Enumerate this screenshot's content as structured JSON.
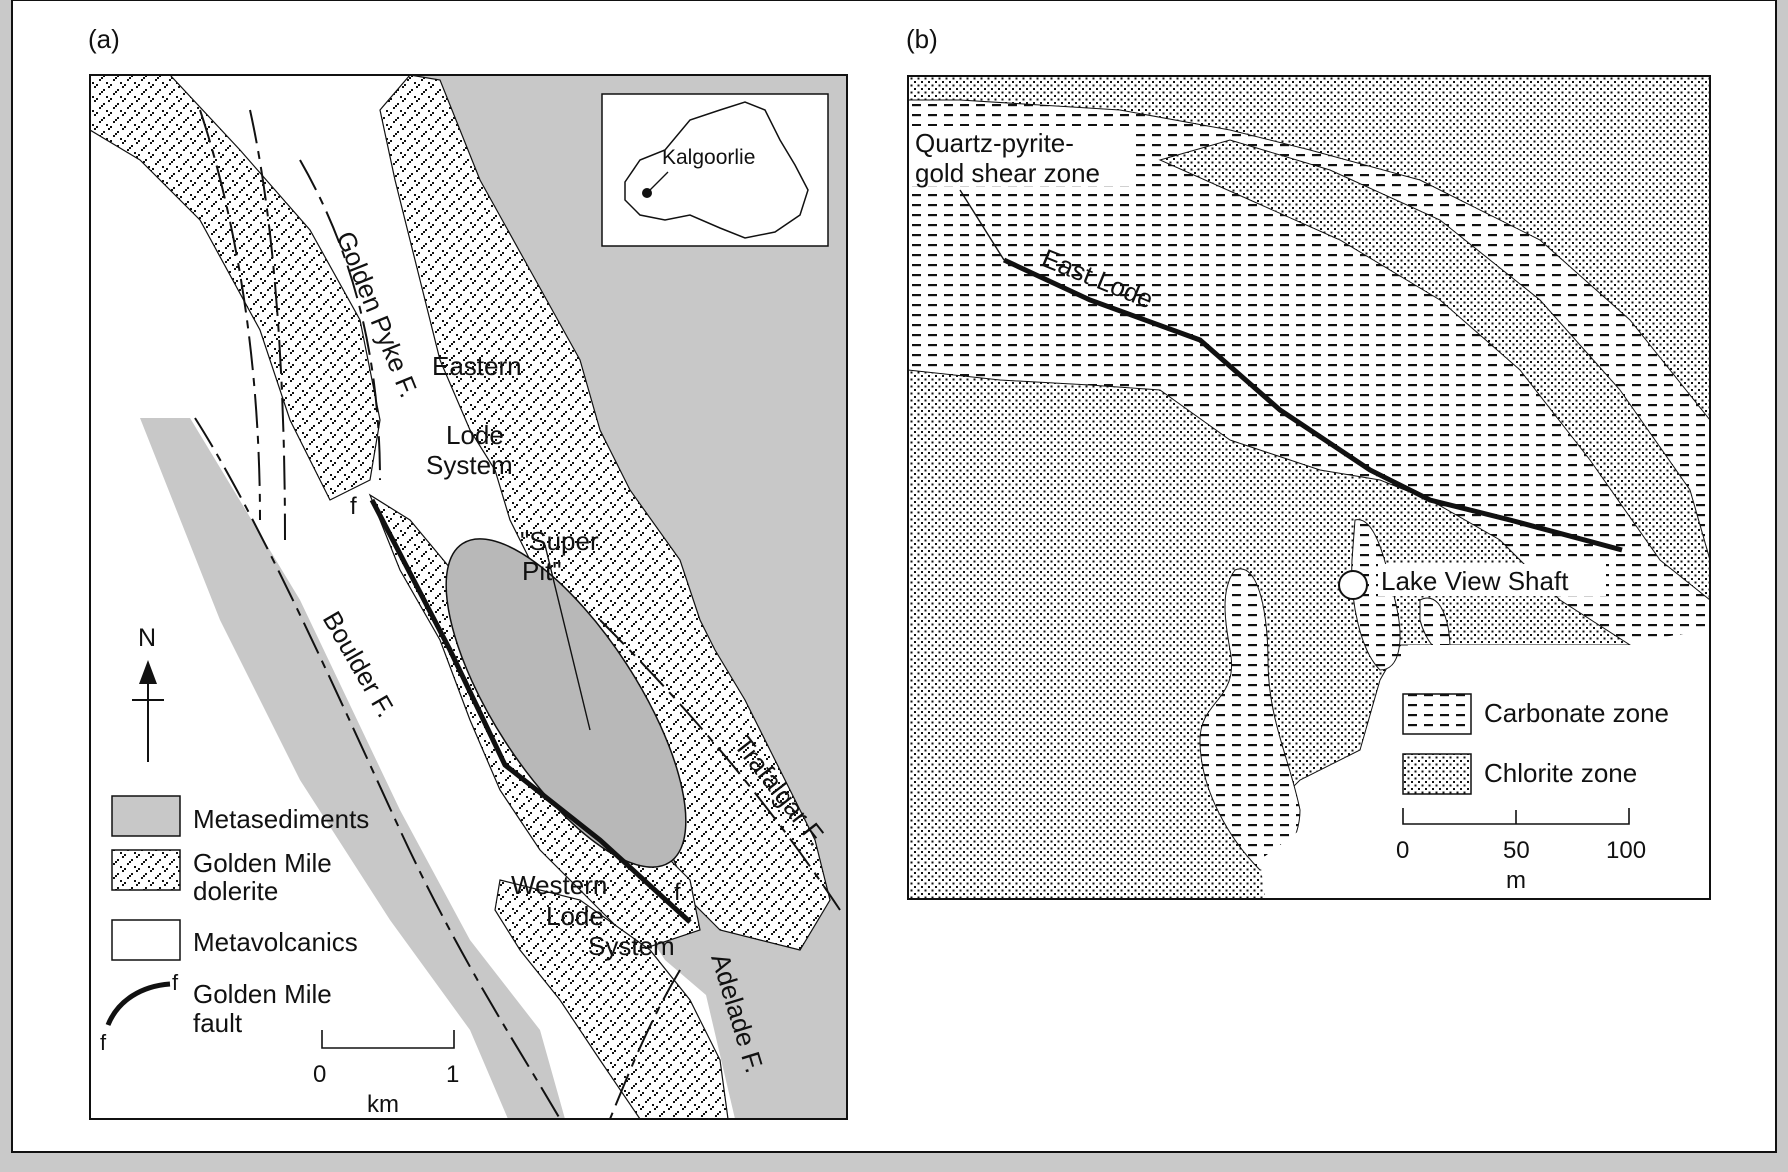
{
  "panel_a": {
    "label": "(a)",
    "inset": {
      "place": "Kalgoorlie"
    },
    "map_labels": {
      "eastern": "Eastern",
      "lode": "Lode",
      "system": "System",
      "super": "\"Super",
      "pit": "Pit\"",
      "western": "Western",
      "western_lode": "Lode",
      "western_system": "System",
      "fault_mark_north": "f",
      "fault_mark_south": "f"
    },
    "faults": {
      "golden_pyke": "Golden Pyke F.",
      "boulder": "Boulder F.",
      "trafalgar": "Trafalgar F.",
      "adelade": "Adelade F."
    },
    "north_arrow": "N",
    "legend": [
      {
        "key": "metasediments",
        "label": "Metasediments"
      },
      {
        "key": "dolerite",
        "label_line1": "Golden Mile",
        "label_line2": "dolerite"
      },
      {
        "key": "metavolcanics",
        "label": "Metavolcanics"
      },
      {
        "key": "fault",
        "label_line1": "Golden Mile",
        "label_line2": "fault",
        "mark": "f"
      }
    ],
    "scale": {
      "min": "0",
      "max": "1",
      "unit": "km"
    }
  },
  "panel_b": {
    "label": "(b)",
    "shear_zone_line1": "Quartz-pyrite-",
    "shear_zone_line2": "gold shear zone",
    "east_lode": "East Lode",
    "shaft": "Lake View Shaft",
    "legend": [
      {
        "key": "carbonate",
        "label": "Carbonate zone"
      },
      {
        "key": "chlorite",
        "label": "Chlorite zone"
      }
    ],
    "scale": {
      "ticks": [
        "0",
        "50",
        "100"
      ],
      "unit": "m"
    }
  },
  "colors": {
    "metasediments": "#c8c8c8",
    "outer_frame": "#c9c9c9",
    "paper": "#ffffff",
    "ink": "#111111"
  }
}
